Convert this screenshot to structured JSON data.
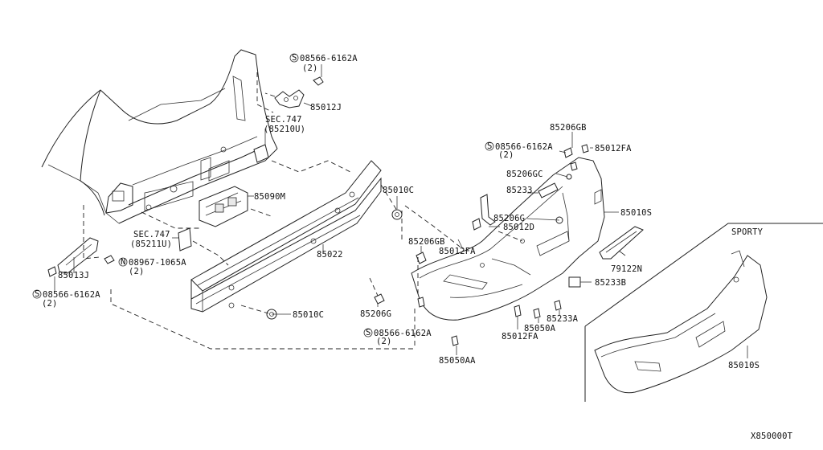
{
  "diagram_code": "X850000T",
  "sporty_label": "SPORTY",
  "labels": {
    "screw_top": "08566-6162A",
    "screw_top_qty": "(2)",
    "p85012J": "85012J",
    "sec747_top": "SEC.747",
    "sec747_top_code": "(85210U)",
    "p85090M": "85090M",
    "sec747_bot": "SEC.747",
    "sec747_bot_code": "(85211U)",
    "nut": "08967-1065A",
    "nut_qty": "(2)",
    "p85013J": "85013J",
    "screw_left": "08566-6162A",
    "screw_left_qty": "(2)",
    "p85022": "85022",
    "p85010C_top": "85010C",
    "p85010C_bot": "85010C",
    "p85206G_left": "85206G",
    "p85206GB_left": "85206GB",
    "p85012FA_mid": "85012FA",
    "screw_mid": "08566-6162A",
    "screw_mid_qty": "(2)",
    "p85050AA": "85050AA",
    "p85206GB_top": "85206GB",
    "screw_right": "08566-6162A",
    "screw_right_qty": "(2)",
    "p85012FA_top": "85012FA",
    "p85206GC": "85206GC",
    "p85233": "85233",
    "p85206G_right": "85206G",
    "p85012D": "85012D",
    "p85010S": "85010S",
    "p79122N": "79122N",
    "p85233B": "85233B",
    "p85050A": "85050A",
    "p85233A": "85233A",
    "p85012FA_bot": "85012FA",
    "p85010S_sporty": "85010S"
  }
}
